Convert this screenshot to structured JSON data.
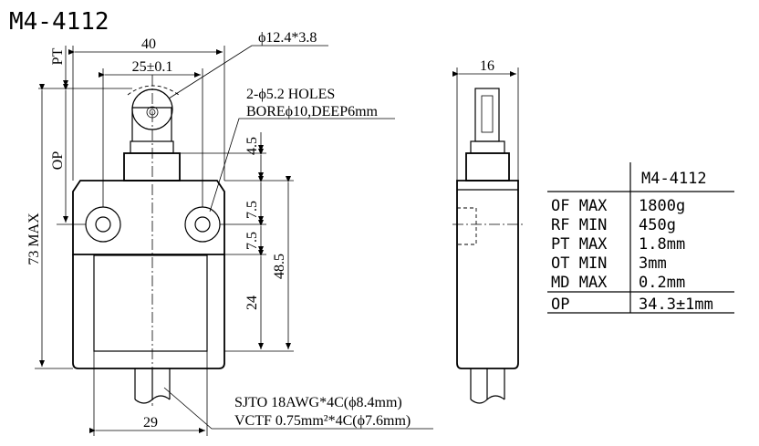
{
  "model": "M4-4112",
  "front_view": {
    "dims": {
      "width": "40",
      "hole_pitch": "25±0.1",
      "roller": "ϕ12.4*3.8",
      "pt": "PT",
      "op": "OP",
      "overall_height": "73  MAX",
      "d45": "4.5",
      "d75a": "7.5",
      "d75b": "7.5",
      "d24": "24",
      "d485": "48.5",
      "bottom": "29"
    },
    "holes_note_1": "2-ϕ5.2  HOLES",
    "holes_note_2": "BOREϕ10,DEEP6mm",
    "cable_note_1": "SJTO 18AWG*4C(ϕ8.4mm)",
    "cable_note_2": "VCTF 0.75mm²*4C(ϕ7.6mm)"
  },
  "side_view": {
    "width": "16"
  },
  "spec_table": {
    "header": "M4-4112",
    "rows": [
      {
        "label": "OF MAX",
        "value": "1800g"
      },
      {
        "label": "RF MIN",
        "value": "450g"
      },
      {
        "label": "PT MAX",
        "value": "1.8mm"
      },
      {
        "label": "OT MIN",
        "value": "3mm"
      },
      {
        "label": "MD MAX",
        "value": "0.2mm"
      }
    ],
    "op_row": {
      "label": "OP",
      "value": "34.3±1mm"
    }
  }
}
